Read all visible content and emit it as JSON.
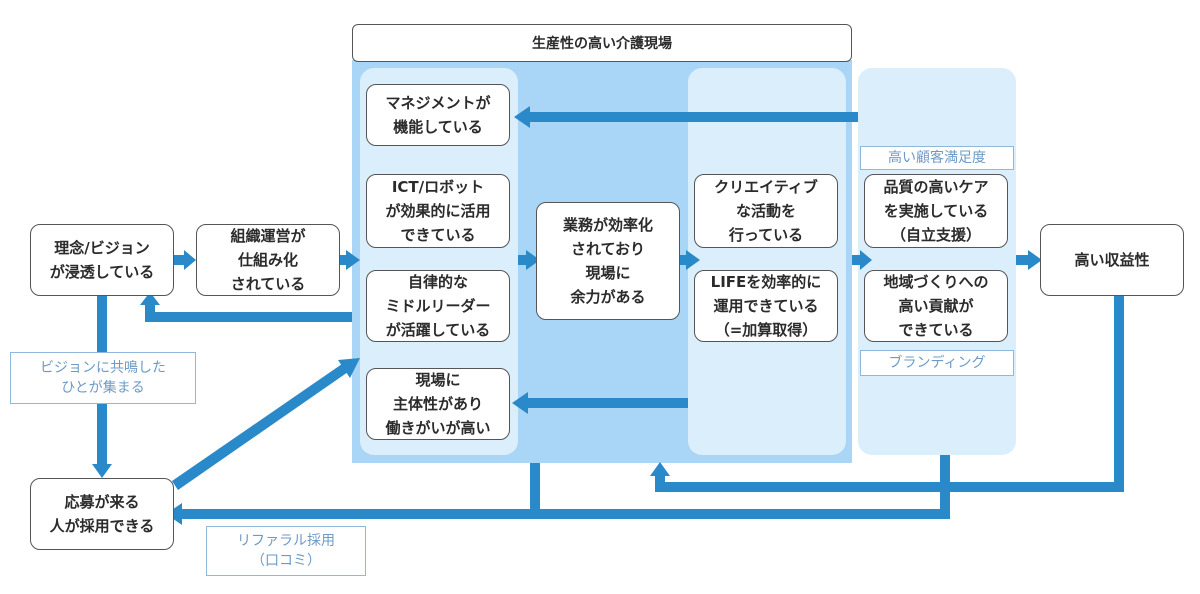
{
  "title": "生産性の高い介護現場",
  "colors": {
    "arrow": "#2a89c9",
    "panel_outer": "#a9d6f7",
    "panel_inner": "#dbeefb"
  },
  "nodes": {
    "rinen": "理念/ビジョン\nが浸透している",
    "soshiki": "組織運営が\n仕組み化\nされている",
    "management": "マネジメントが\n機能している",
    "ict": "ICT/ロボット\nが効果的に活用\nできている",
    "middle": "自律的な\nミドルリーダー\nが活躍している",
    "genba": "現場に\n主体性があり\n働きがいが高い",
    "gyomu": "業務が効率化\nされており\n現場に\n余力がある",
    "creative": "クリエイティブ\nな活動を\n行っている",
    "life": "LIFEを効率的に\n運用できている\n（=加算取得）",
    "care": "品質の高いケア\nを実施している\n（自立支援）",
    "chiiki": "地域づくりへの\n高い貢献が\nできている",
    "shueki": "高い収益性",
    "oubo": "応募が来る\n人が採用できる"
  },
  "labels": {
    "kokyaku": "高い顧客満足度",
    "branding": "ブランディング",
    "vision": "ビジョンに共鳴した\nひとが集まる",
    "referral": "リファラル採用\n（口コミ）"
  }
}
